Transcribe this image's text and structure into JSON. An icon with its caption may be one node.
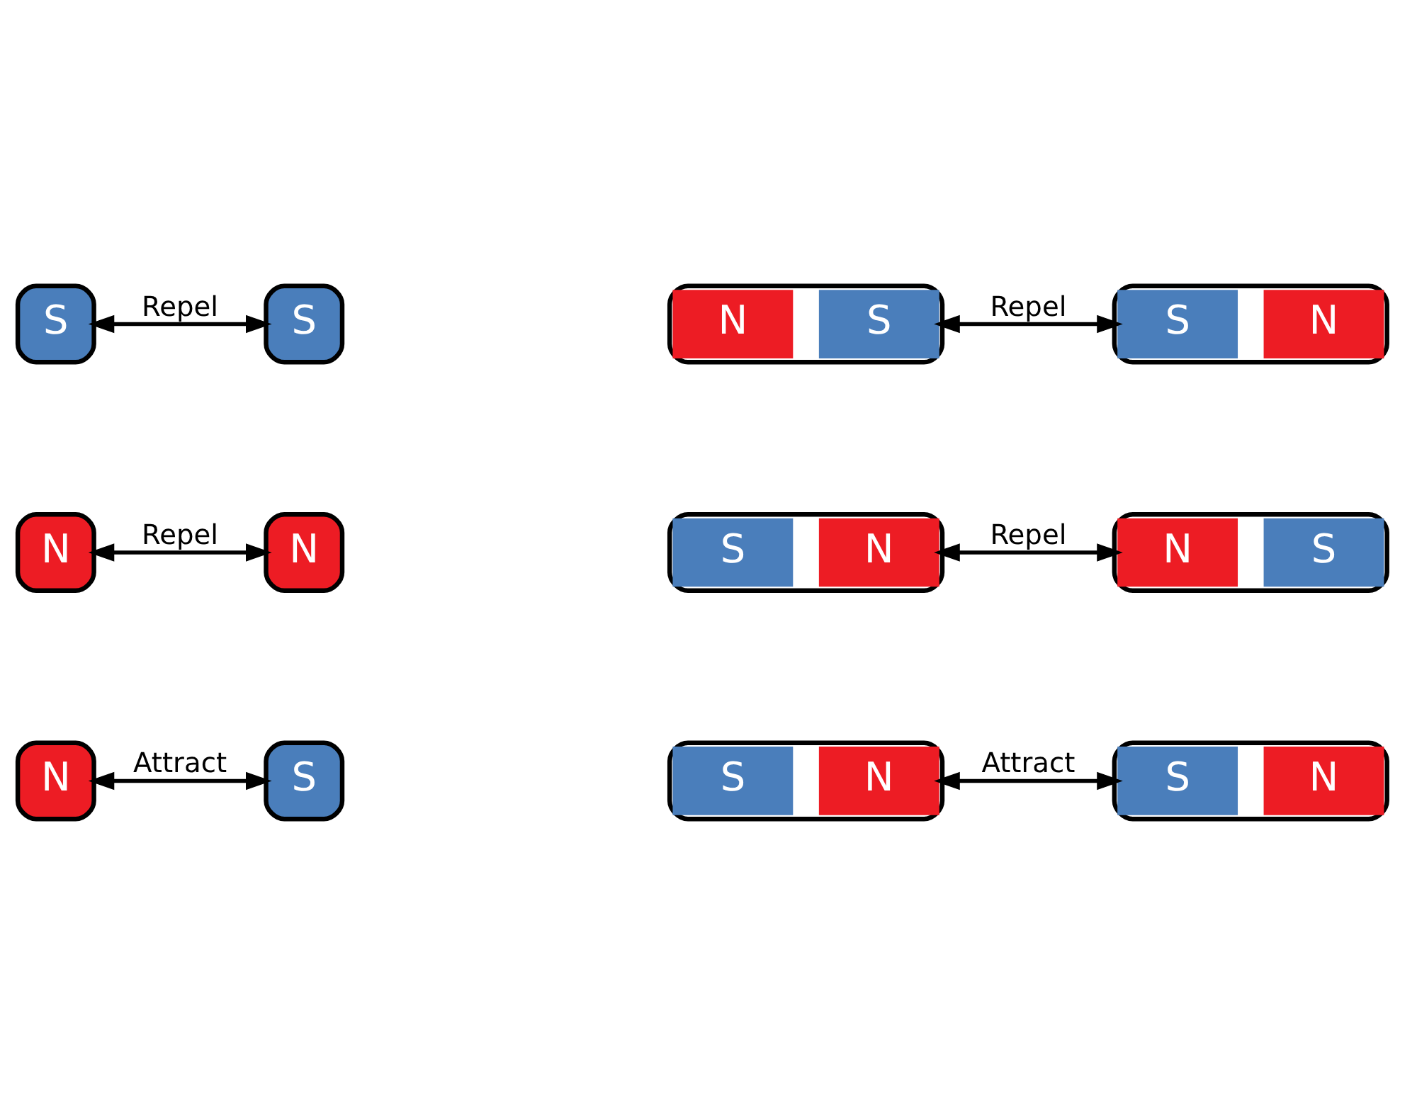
{
  "diagram": {
    "nodes": [
      {
        "text": [
          "S"
        ]
      },
      {
        "text": [
          "S"
        ]
      },
      {
        "text": [],
        "shape": "bar"
      },
      {
        "text": [
          "N"
        ],
        "in": 2
      },
      {
        "text": [
          "S"
        ],
        "in": 2
      },
      {
        "text": [],
        "shape": "bar"
      },
      {
        "text": [
          "S"
        ],
        "in": 5
      },
      {
        "text": [
          "N"
        ],
        "in": 5
      },
      {
        "text": [
          "N"
        ]
      },
      {
        "text": [
          "N"
        ]
      },
      {
        "text": [],
        "shape": "bar"
      },
      {
        "text": [
          "S"
        ],
        "in": 10
      },
      {
        "text": [
          "N"
        ],
        "in": 10
      },
      {
        "text": [],
        "shape": "bar"
      },
      {
        "text": [
          "N"
        ],
        "in": 13
      },
      {
        "text": [
          "S"
        ],
        "in": 13
      },
      {
        "text": [
          "N"
        ]
      },
      {
        "text": [
          "S"
        ]
      },
      {
        "text": [],
        "shape": "bar"
      },
      {
        "text": [
          "S"
        ],
        "in": 18
      },
      {
        "text": [
          "N"
        ],
        "in": 18
      },
      {
        "text": [],
        "shape": "bar"
      },
      {
        "text": [
          "S"
        ],
        "in": 21
      },
      {
        "text": [
          "N"
        ],
        "in": 21
      }
    ],
    "edges": [
      {
        "from": 0,
        "to": 1,
        "arrow": "both",
        "label": "Repel"
      },
      {
        "from": 2,
        "to": 5,
        "arrow": "both",
        "label": "Repel"
      },
      {
        "from": 8,
        "to": 9,
        "arrow": "both",
        "label": "Repel"
      },
      {
        "from": 10,
        "to": 13,
        "arrow": "both",
        "label": "Repel"
      },
      {
        "from": 16,
        "to": 17,
        "arrow": "both",
        "label": "Attract"
      },
      {
        "from": 18,
        "to": 21,
        "arrow": "both",
        "label": "Attract"
      }
    ]
  }
}
